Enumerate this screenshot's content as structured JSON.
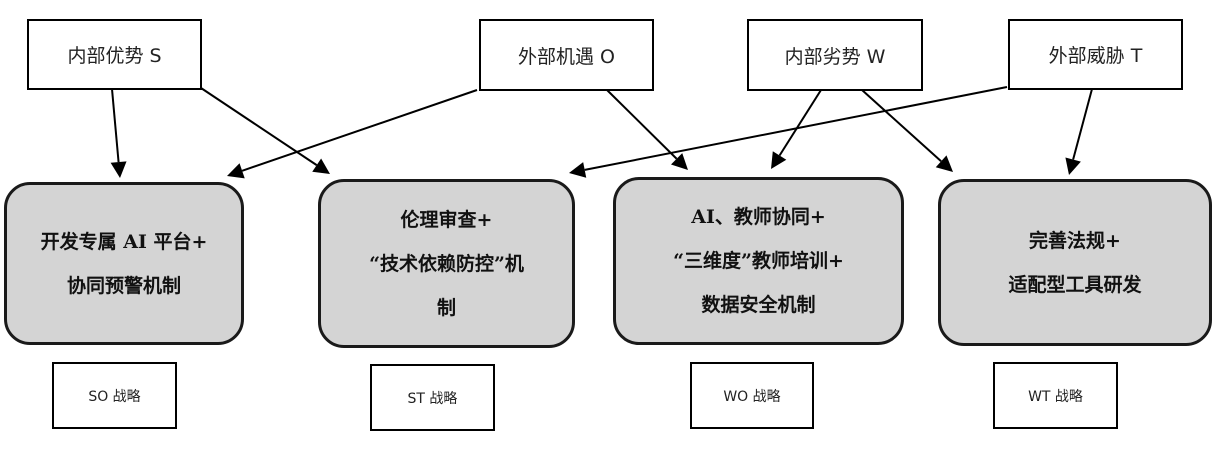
{
  "factors": {
    "S": {
      "label": "内部优势 S"
    },
    "O": {
      "label": "外部机遇 O"
    },
    "W": {
      "label": "内部劣势 W"
    },
    "T": {
      "label": "外部威胁 T"
    }
  },
  "strategies": {
    "SO": {
      "lines": [
        "开发专属 AI 平台+",
        "协同预警机制"
      ],
      "tag": "SO 战略"
    },
    "ST": {
      "lines": [
        "伦理审查+",
        "“技术依赖防控”机",
        "制"
      ],
      "tag": "ST 战略"
    },
    "WO": {
      "lines": [
        "AI、教师协同+",
        "“三维度”教师培训+",
        "数据安全机制"
      ],
      "tag": "WO 战略"
    },
    "WT": {
      "lines": [
        "完善法规+",
        "适配型工具研发"
      ],
      "tag": "WT 战略"
    }
  },
  "connections": [
    {
      "from": "S",
      "to": "SO"
    },
    {
      "from": "S",
      "to": "ST"
    },
    {
      "from": "O",
      "to": "SO"
    },
    {
      "from": "O",
      "to": "WO"
    },
    {
      "from": "W",
      "to": "WO"
    },
    {
      "from": "W",
      "to": "WT"
    },
    {
      "from": "T",
      "to": "ST"
    },
    {
      "from": "T",
      "to": "WT"
    }
  ]
}
